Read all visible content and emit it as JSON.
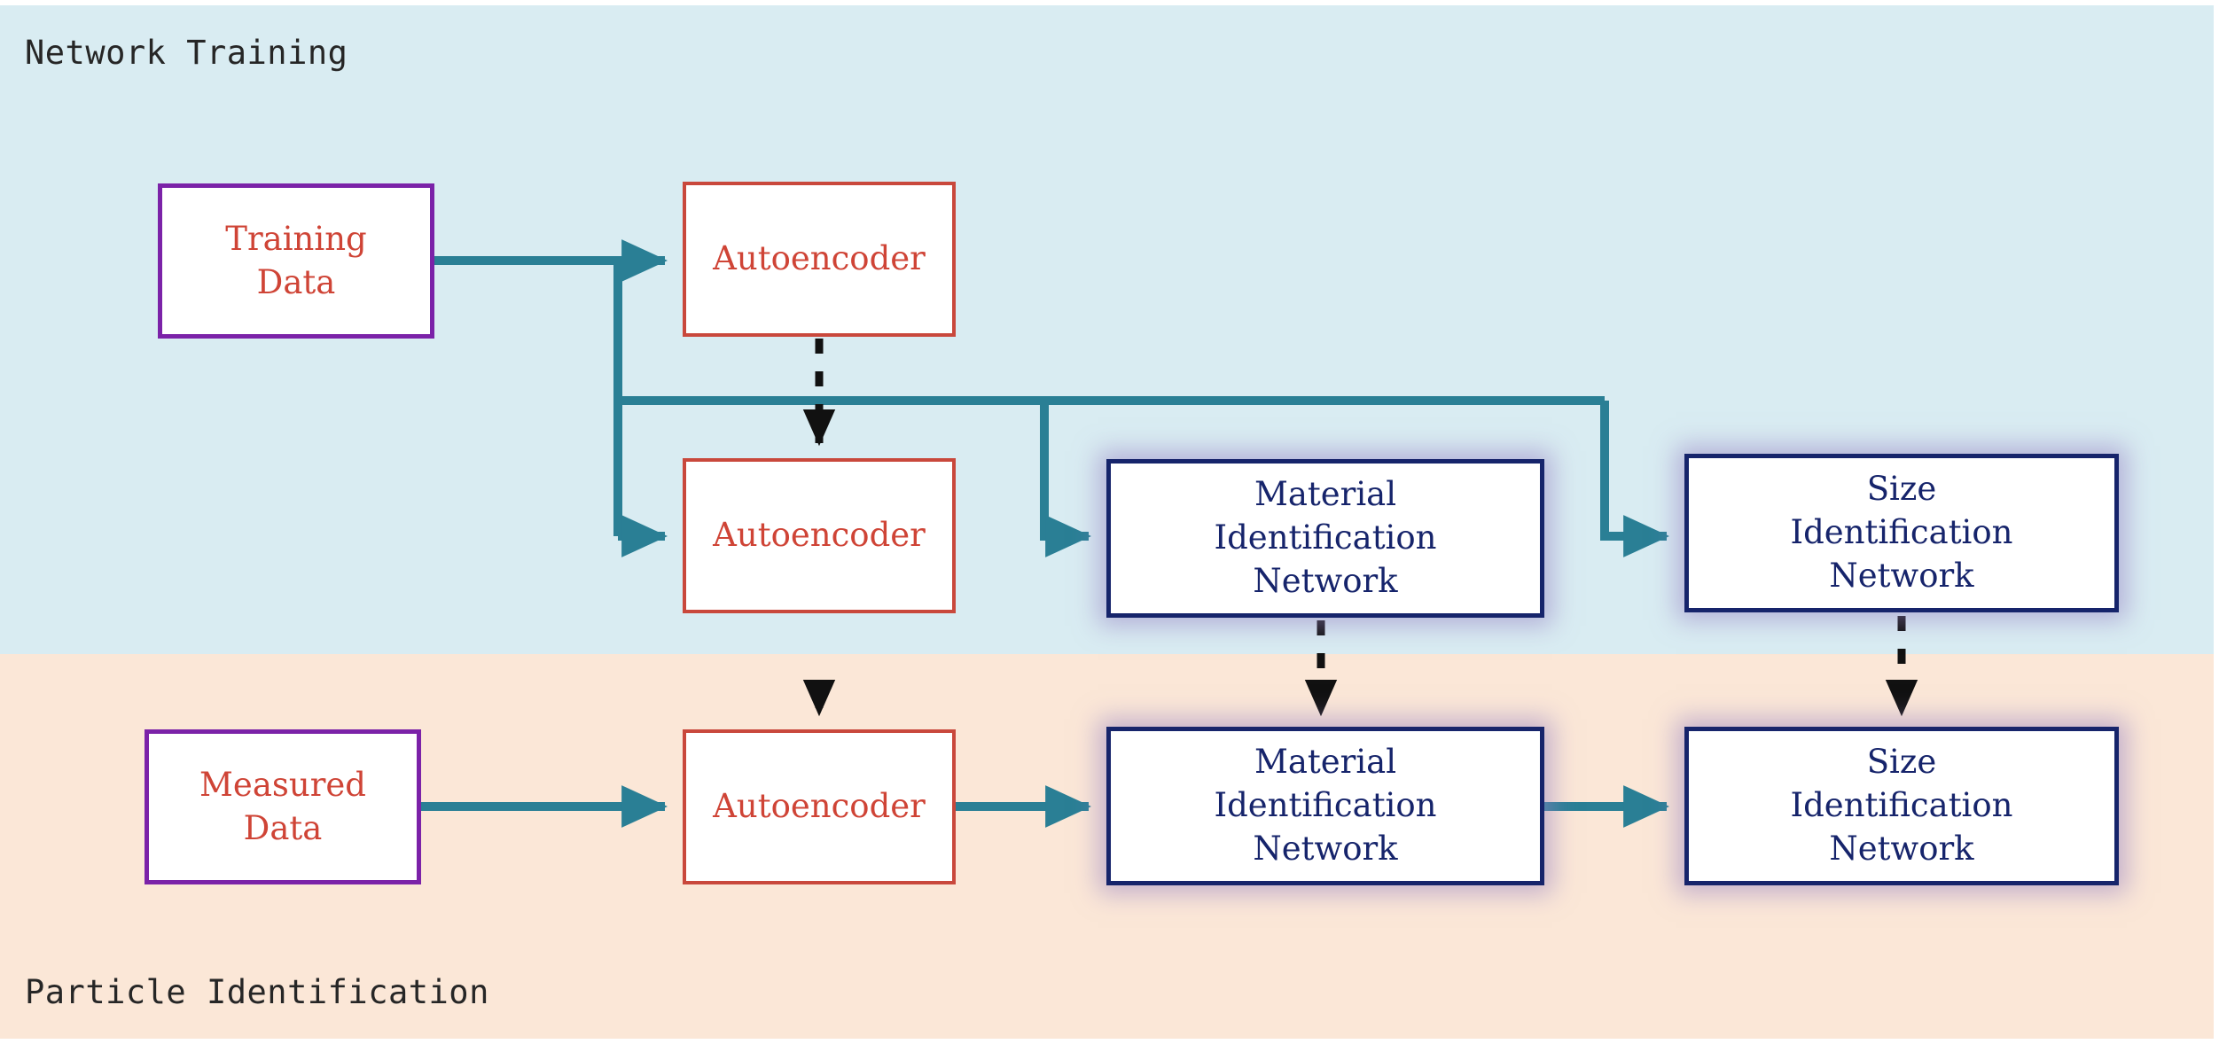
{
  "diagram": {
    "title_top": "Network Training",
    "title_bottom": "Particle Identification",
    "colors": {
      "band_training_bg": "#d9ecf2",
      "band_identification_bg": "#fbe7d7",
      "arrow_teal": "#2a7f95",
      "data_box_border": "#7b22a8",
      "data_box_text": "#cf4436",
      "autoencoder_border": "#c9483c",
      "autoencoder_text": "#cf4436",
      "network_border": "#16246b",
      "network_text": "#16246b",
      "network_glow": "#9682c3",
      "dashed_arrow": "#000000",
      "band_label_text": "#262626"
    },
    "nodes": {
      "training_data": "Training\nData",
      "autoencoder_top": "Autoencoder",
      "autoencoder_mid": "Autoencoder",
      "material_network_top": "Material\nIdentification\nNetwork",
      "size_network_top": "Size\nIdentification\nNetwork",
      "measured_data": "Measured\nData",
      "autoencoder_bottom": "Autoencoder",
      "material_network_bottom": "Material\nIdentification\nNetwork",
      "size_network_bottom": "Size\nIdentification\nNetwork"
    },
    "edges": [
      {
        "from": "training_data",
        "to": "autoencoder_top",
        "style": "solid-teal"
      },
      {
        "from": "training_data",
        "to": "autoencoder_mid",
        "style": "solid-teal"
      },
      {
        "from": "training_data",
        "to": "material_network_top",
        "style": "solid-teal"
      },
      {
        "from": "training_data",
        "to": "size_network_top",
        "style": "solid-teal"
      },
      {
        "from": "autoencoder_top",
        "to": "autoencoder_mid",
        "style": "dashed-black"
      },
      {
        "from": "autoencoder_mid",
        "to": "autoencoder_bottom",
        "style": "dashed-black"
      },
      {
        "from": "material_network_top",
        "to": "material_network_bottom",
        "style": "dashed-black"
      },
      {
        "from": "size_network_top",
        "to": "size_network_bottom",
        "style": "dashed-black"
      },
      {
        "from": "measured_data",
        "to": "autoencoder_bottom",
        "style": "solid-teal"
      },
      {
        "from": "autoencoder_bottom",
        "to": "material_network_bottom",
        "style": "solid-teal"
      },
      {
        "from": "material_network_bottom",
        "to": "size_network_bottom",
        "style": "solid-teal"
      }
    ]
  }
}
